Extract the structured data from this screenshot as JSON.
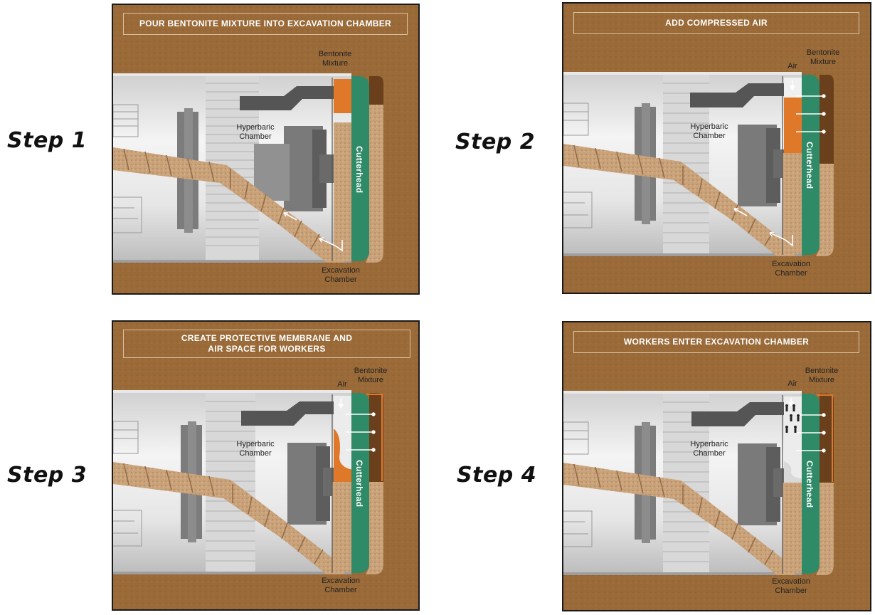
{
  "steps": [
    {
      "label": "Step 1",
      "banner": "POUR BENTONITE MIXTURE INTO EXCAVATION CHAMBER",
      "labels": {
        "bentonite": "Bentonite\nMixture",
        "hyperbaric": "Hyperbaric\nChamber",
        "cutterhead": "Cutterhead",
        "excavation": "Excavation\nChamber"
      }
    },
    {
      "label": "Step 2",
      "banner": "ADD COMPRESSED AIR",
      "labels": {
        "air": "Air",
        "bentonite": "Bentonite\nMixture",
        "hyperbaric": "Hyperbaric\nChamber",
        "cutterhead": "Cutterhead",
        "excavation": "Excavation\nChamber"
      }
    },
    {
      "label": "Step 3",
      "banner": "CREATE PROTECTIVE MEMBRANE AND\nAIR SPACE FOR WORKERS",
      "labels": {
        "air": "Air",
        "bentonite": "Bentonite\nMixture",
        "hyperbaric": "Hyperbaric\nChamber",
        "cutterhead": "Cutterhead",
        "excavation": "Excavation\nChamber"
      }
    },
    {
      "label": "Step 4",
      "banner": "WORKERS ENTER EXCAVATION CHAMBER",
      "labels": {
        "air": "Air",
        "bentonite": "Bentonite\nMixture",
        "hyperbaric": "Hyperbaric\nChamber",
        "cutterhead": "Cutterhead",
        "excavation": "Excavation\nChamber"
      }
    }
  ],
  "colors": {
    "soil": "#9a6a38",
    "cutterhead": "#2f8a68",
    "bentonite": "#e0782a",
    "bentonite_dark": "#6a3f1c",
    "machine": "#8a8a8a",
    "muck": "#c9a27a"
  }
}
